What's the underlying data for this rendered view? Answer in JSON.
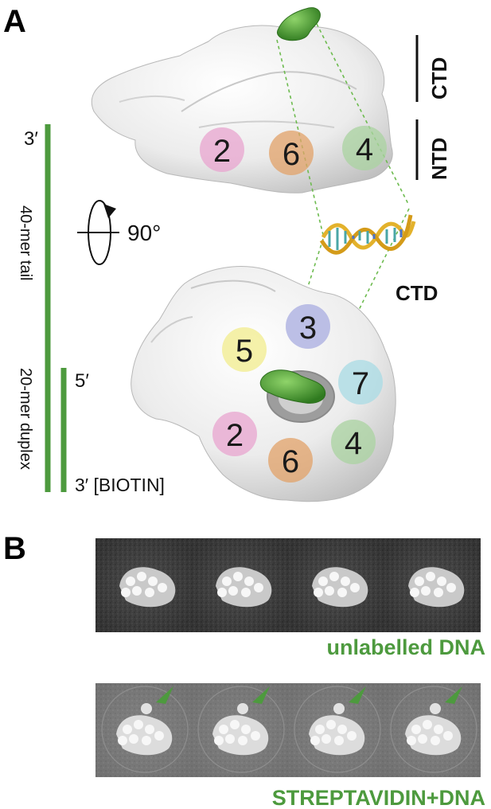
{
  "panels": {
    "a": {
      "letter": "A"
    },
    "b": {
      "letter": "B"
    }
  },
  "domains": {
    "ctd_top": "CTD",
    "ntd": "NTD",
    "ctd_bottom": "CTD"
  },
  "rotation": {
    "label": "90°"
  },
  "dna_scheme": {
    "tail_3prime": "3′",
    "tail_label": "40-mer tail",
    "duplex_5prime": "5′",
    "duplex_label": "20-mer duplex",
    "duplex_3prime": "3′ [BIOTIN]"
  },
  "subunits_top": [
    {
      "label": "2",
      "color": "#e8a4cf"
    },
    {
      "label": "6",
      "color": "#e1a168"
    },
    {
      "label": "4",
      "color": "#a9d3a0"
    }
  ],
  "subunits_bottom": [
    {
      "label": "3",
      "color": "#a8ace0"
    },
    {
      "label": "5",
      "color": "#f1ec8c"
    },
    {
      "label": "7",
      "color": "#a8dbe4"
    },
    {
      "label": "2",
      "color": "#e8a4cf"
    },
    {
      "label": "6",
      "color": "#e1a168"
    },
    {
      "label": "4",
      "color": "#a9d3a0"
    }
  ],
  "class_averages": {
    "row1_label": "unlabelled DNA",
    "row2_label": "STREPTAVIDIN+DNA",
    "row1_count": 4,
    "row2_count": 4
  },
  "colors": {
    "green": "#4d9a3e",
    "density_green": "#3f8f2a",
    "map_grey": "#e9e9e9",
    "em_dark": "#3c3c3c",
    "em_light": "#7e7e7e"
  }
}
